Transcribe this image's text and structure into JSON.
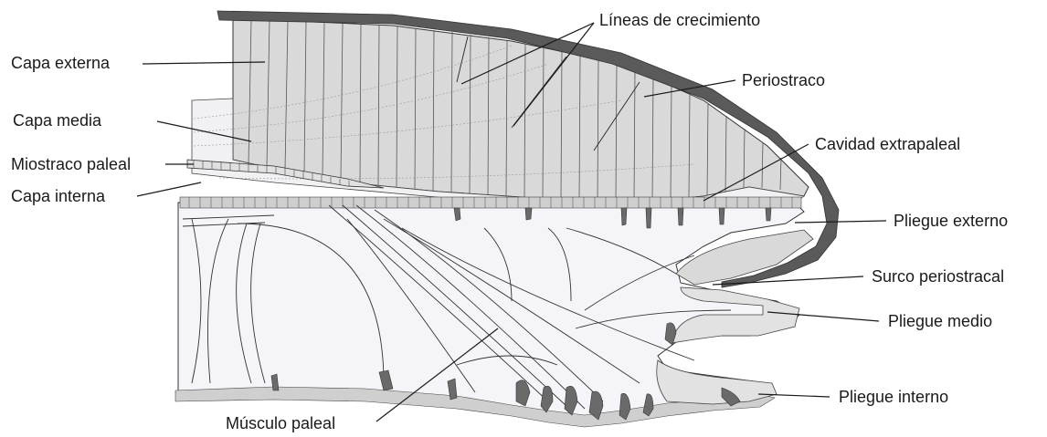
{
  "labels": {
    "capa_externa": "Capa externa",
    "capa_media": "Capa media",
    "miostraco": "Miostraco paleal",
    "capa_interna": "Capa interna",
    "lineas": "Líneas de crecimiento",
    "periostraco": "Periostraco",
    "cavidad": "Cavidad extrapaleal",
    "pliegue_externo": "Pliegue externo",
    "surco": "Surco periostracal",
    "pliegue_medio": "Pliegue medio",
    "pliegue_interno": "Pliegue interno",
    "musculo": "Músculo paleal"
  },
  "colors": {
    "periostracum": "#5a5a5a",
    "outer_layer": "#d9d9d9",
    "mantle": "#f5f4f8",
    "cells": "#cfcfcf",
    "glands": "#6a6a6a",
    "ink": "#1a1a1a"
  }
}
